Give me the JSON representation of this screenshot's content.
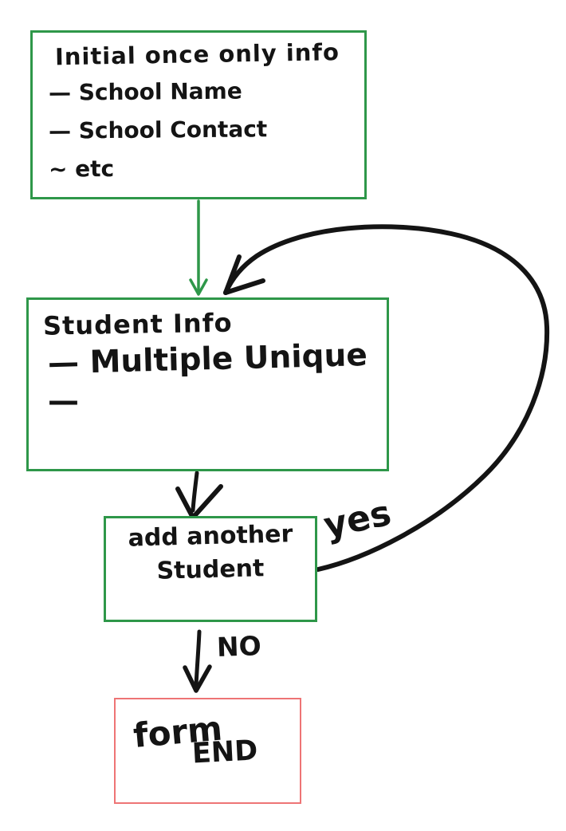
{
  "colors": {
    "green": "#2e9749",
    "red": "#ee7475",
    "ink": "#141414",
    "background": "#ffffff"
  },
  "boxes": {
    "initial_info": {
      "title": "Initial once only info",
      "items": [
        "— School Name",
        "— School Contact",
        "~ etc"
      ]
    },
    "student_info": {
      "title": "Student Info",
      "items": [
        "— Multiple Unique",
        "—"
      ]
    },
    "add_another": {
      "lines": [
        "add another",
        "Student"
      ]
    },
    "form_end": {
      "lines": [
        "form",
        "END"
      ]
    }
  },
  "edges": {
    "yes_label": "yes",
    "no_label": "NO"
  }
}
